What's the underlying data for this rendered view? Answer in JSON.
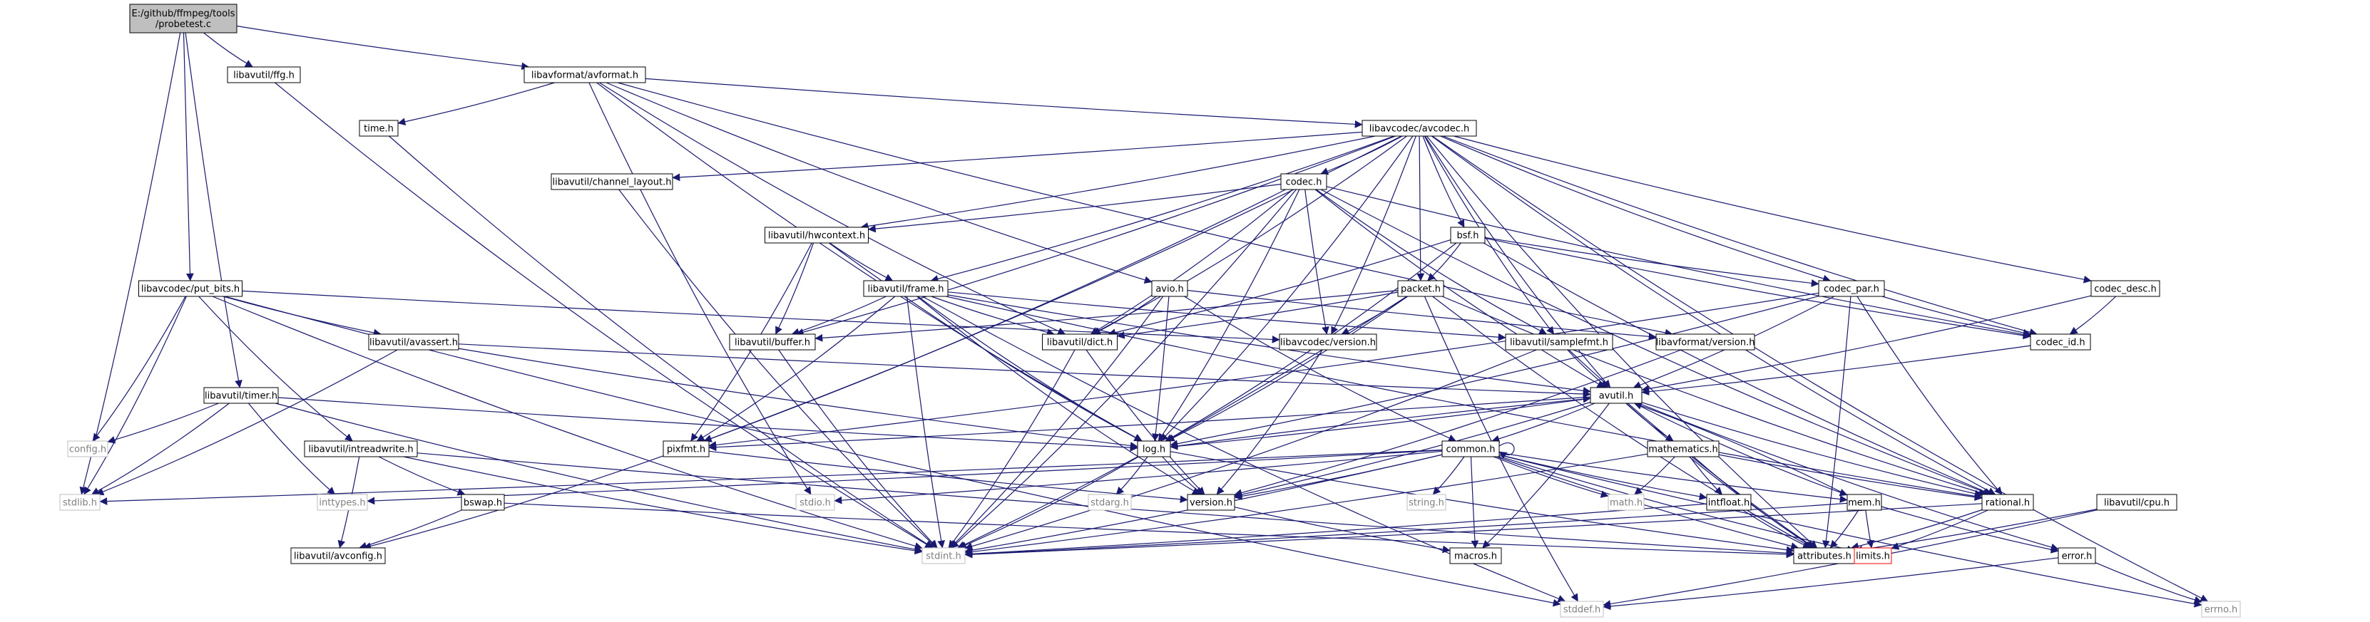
{
  "nodes": [
    {
      "id": "probetest",
      "label": "E:/github/ffmpeg/tools\n/probetest.c",
      "style": "root"
    },
    {
      "id": "ffg",
      "label": "libavutil/ffg.h",
      "style": "normal"
    },
    {
      "id": "avformat",
      "label": "libavformat/avformat.h",
      "style": "normal"
    },
    {
      "id": "time",
      "label": "time.h",
      "style": "normal"
    },
    {
      "id": "avcodec",
      "label": "libavcodec/avcodec.h",
      "style": "normal"
    },
    {
      "id": "channel_layout",
      "label": "libavutil/channel_layout.h",
      "style": "normal"
    },
    {
      "id": "codec",
      "label": "codec.h",
      "style": "normal"
    },
    {
      "id": "hwcontext",
      "label": "libavutil/hwcontext.h",
      "style": "normal"
    },
    {
      "id": "bsf",
      "label": "bsf.h",
      "style": "normal"
    },
    {
      "id": "put_bits",
      "label": "libavcodec/put_bits.h",
      "style": "normal"
    },
    {
      "id": "frame",
      "label": "libavutil/frame.h",
      "style": "normal"
    },
    {
      "id": "avio",
      "label": "avio.h",
      "style": "normal"
    },
    {
      "id": "packet",
      "label": "packet.h",
      "style": "normal"
    },
    {
      "id": "codec_par",
      "label": "codec_par.h",
      "style": "normal"
    },
    {
      "id": "codec_desc",
      "label": "codec_desc.h",
      "style": "normal"
    },
    {
      "id": "avassert",
      "label": "libavutil/avassert.h",
      "style": "normal"
    },
    {
      "id": "buffer",
      "label": "libavutil/buffer.h",
      "style": "normal"
    },
    {
      "id": "dict",
      "label": "libavutil/dict.h",
      "style": "normal"
    },
    {
      "id": "lc_version",
      "label": "libavcodec/version.h",
      "style": "normal"
    },
    {
      "id": "samplefmt",
      "label": "libavutil/samplefmt.h",
      "style": "normal"
    },
    {
      "id": "lf_version",
      "label": "libavformat/version.h",
      "style": "normal"
    },
    {
      "id": "codec_id",
      "label": "codec_id.h",
      "style": "normal"
    },
    {
      "id": "timer",
      "label": "libavutil/timer.h",
      "style": "normal"
    },
    {
      "id": "avutil",
      "label": "avutil.h",
      "style": "normal"
    },
    {
      "id": "config",
      "label": "config.h",
      "style": "gray"
    },
    {
      "id": "intreadwrite",
      "label": "libavutil/intreadwrite.h",
      "style": "normal"
    },
    {
      "id": "pixfmt",
      "label": "pixfmt.h",
      "style": "normal"
    },
    {
      "id": "log",
      "label": "log.h",
      "style": "normal"
    },
    {
      "id": "common",
      "label": "common.h",
      "style": "normal"
    },
    {
      "id": "mathematics",
      "label": "mathematics.h",
      "style": "normal"
    },
    {
      "id": "cpu",
      "label": "libavutil/cpu.h",
      "style": "normal"
    },
    {
      "id": "stdlib",
      "label": "stdlib.h",
      "style": "gray"
    },
    {
      "id": "inttypes",
      "label": "inttypes.h",
      "style": "gray"
    },
    {
      "id": "bswap",
      "label": "bswap.h",
      "style": "normal"
    },
    {
      "id": "stdio",
      "label": "stdio.h",
      "style": "gray"
    },
    {
      "id": "stdarg",
      "label": "stdarg.h",
      "style": "gray"
    },
    {
      "id": "version",
      "label": "version.h",
      "style": "normal"
    },
    {
      "id": "string",
      "label": "string.h",
      "style": "gray"
    },
    {
      "id": "math",
      "label": "math.h",
      "style": "gray"
    },
    {
      "id": "intfloat",
      "label": "intfloat.h",
      "style": "normal"
    },
    {
      "id": "mem",
      "label": "mem.h",
      "style": "normal"
    },
    {
      "id": "rational",
      "label": "rational.h",
      "style": "normal"
    },
    {
      "id": "avconfig",
      "label": "libavutil/avconfig.h",
      "style": "normal"
    },
    {
      "id": "stdint",
      "label": "stdint.h",
      "style": "gray"
    },
    {
      "id": "macros",
      "label": "macros.h",
      "style": "normal"
    },
    {
      "id": "attributes",
      "label": "attributes.h",
      "style": "normal"
    },
    {
      "id": "limits",
      "label": "limits.h",
      "style": "red"
    },
    {
      "id": "error",
      "label": "error.h",
      "style": "normal"
    },
    {
      "id": "stddef",
      "label": "stddef.h",
      "style": "gray"
    },
    {
      "id": "errno",
      "label": "errno.h",
      "style": "gray"
    }
  ],
  "edges": [
    [
      "probetest",
      "ffg"
    ],
    [
      "probetest",
      "avformat"
    ],
    [
      "probetest",
      "put_bits"
    ],
    [
      "probetest",
      "timer"
    ],
    [
      "probetest",
      "stdlib"
    ],
    [
      "ffg",
      "stdint"
    ],
    [
      "avformat",
      "time"
    ],
    [
      "avformat",
      "avcodec"
    ],
    [
      "avformat",
      "avio"
    ],
    [
      "avformat",
      "dict"
    ],
    [
      "avformat",
      "lf_version"
    ],
    [
      "avformat",
      "stdio"
    ],
    [
      "avformat",
      "log"
    ],
    [
      "time",
      "stdint"
    ],
    [
      "avcodec",
      "channel_layout"
    ],
    [
      "avcodec",
      "codec"
    ],
    [
      "avcodec",
      "hwcontext"
    ],
    [
      "avcodec",
      "bsf"
    ],
    [
      "avcodec",
      "frame"
    ],
    [
      "avcodec",
      "packet"
    ],
    [
      "avcodec",
      "codec_par"
    ],
    [
      "avcodec",
      "codec_desc"
    ],
    [
      "avcodec",
      "buffer"
    ],
    [
      "avcodec",
      "dict"
    ],
    [
      "avcodec",
      "lc_version"
    ],
    [
      "avcodec",
      "samplefmt"
    ],
    [
      "avcodec",
      "codec_id"
    ],
    [
      "avcodec",
      "avutil"
    ],
    [
      "avcodec",
      "pixfmt"
    ],
    [
      "avcodec",
      "log"
    ],
    [
      "avcodec",
      "rational"
    ],
    [
      "avcodec",
      "attributes"
    ],
    [
      "avcodec",
      "errno"
    ],
    [
      "channel_layout",
      "stdint"
    ],
    [
      "codec",
      "hwcontext"
    ],
    [
      "codec",
      "pixfmt"
    ],
    [
      "codec",
      "dict"
    ],
    [
      "codec",
      "lc_version"
    ],
    [
      "codec",
      "samplefmt"
    ],
    [
      "codec",
      "codec_id"
    ],
    [
      "codec",
      "avutil"
    ],
    [
      "codec",
      "log"
    ],
    [
      "codec",
      "rational"
    ],
    [
      "codec",
      "stdint"
    ],
    [
      "hwcontext",
      "buffer"
    ],
    [
      "hwcontext",
      "frame"
    ],
    [
      "hwcontext",
      "pixfmt"
    ],
    [
      "hwcontext",
      "log"
    ],
    [
      "bsf",
      "packet"
    ],
    [
      "bsf",
      "codec_par"
    ],
    [
      "bsf",
      "codec_id"
    ],
    [
      "bsf",
      "dict"
    ],
    [
      "bsf",
      "log"
    ],
    [
      "bsf",
      "rational"
    ],
    [
      "put_bits",
      "avassert"
    ],
    [
      "put_bits",
      "intreadwrite"
    ],
    [
      "put_bits",
      "config"
    ],
    [
      "put_bits",
      "stdint"
    ],
    [
      "put_bits",
      "stddef"
    ],
    [
      "put_bits",
      "lc_version"
    ],
    [
      "put_bits",
      "stdlib"
    ],
    [
      "frame",
      "buffer"
    ],
    [
      "frame",
      "dict"
    ],
    [
      "frame",
      "avutil"
    ],
    [
      "frame",
      "pixfmt"
    ],
    [
      "frame",
      "samplefmt"
    ],
    [
      "frame",
      "rational"
    ],
    [
      "frame",
      "log"
    ],
    [
      "frame",
      "version"
    ],
    [
      "frame",
      "stdint"
    ],
    [
      "frame",
      "stddef"
    ],
    [
      "avio",
      "dict"
    ],
    [
      "avio",
      "log"
    ],
    [
      "avio",
      "common"
    ],
    [
      "avio",
      "lf_version"
    ],
    [
      "avio",
      "stdint"
    ],
    [
      "packet",
      "buffer"
    ],
    [
      "packet",
      "dict"
    ],
    [
      "packet",
      "lc_version"
    ],
    [
      "packet",
      "attributes"
    ],
    [
      "packet",
      "rational"
    ],
    [
      "packet",
      "stdint"
    ],
    [
      "packet",
      "stddef"
    ],
    [
      "packet",
      "log"
    ],
    [
      "codec_par",
      "codec_id"
    ],
    [
      "codec_par",
      "avutil"
    ],
    [
      "codec_par",
      "rational"
    ],
    [
      "codec_par",
      "pixfmt"
    ],
    [
      "codec_par",
      "log"
    ],
    [
      "codec_par",
      "attributes"
    ],
    [
      "codec_desc",
      "codec_id"
    ],
    [
      "codec_desc",
      "avutil"
    ],
    [
      "avassert",
      "avutil"
    ],
    [
      "avassert",
      "log"
    ],
    [
      "avassert",
      "stdlib"
    ],
    [
      "buffer",
      "stdint"
    ],
    [
      "dict",
      "stdint"
    ],
    [
      "dict",
      "version"
    ],
    [
      "lc_version",
      "version"
    ],
    [
      "samplefmt",
      "avutil"
    ],
    [
      "samplefmt",
      "attributes"
    ],
    [
      "samplefmt",
      "stdint"
    ],
    [
      "lf_version",
      "version"
    ],
    [
      "codec_id",
      "avutil"
    ],
    [
      "timer",
      "config"
    ],
    [
      "timer",
      "log"
    ],
    [
      "timer",
      "stdlib"
    ],
    [
      "timer",
      "stdint"
    ],
    [
      "timer",
      "inttypes"
    ],
    [
      "avutil",
      "log"
    ],
    [
      "avutil",
      "common"
    ],
    [
      "avutil",
      "mathematics"
    ],
    [
      "avutil",
      "rational"
    ],
    [
      "avutil",
      "pixfmt"
    ],
    [
      "avutil",
      "error"
    ],
    [
      "avutil",
      "mem"
    ],
    [
      "avutil",
      "macros"
    ],
    [
      "avutil",
      "version"
    ],
    [
      "avutil",
      "attributes"
    ],
    [
      "intreadwrite",
      "bswap"
    ],
    [
      "intreadwrite",
      "avconfig"
    ],
    [
      "intreadwrite",
      "attributes"
    ],
    [
      "intreadwrite",
      "stdint"
    ],
    [
      "pixfmt",
      "avconfig"
    ],
    [
      "pixfmt",
      "version"
    ],
    [
      "log",
      "stdarg"
    ],
    [
      "log",
      "avutil"
    ],
    [
      "log",
      "attributes"
    ],
    [
      "log",
      "version"
    ],
    [
      "log",
      "stdint"
    ],
    [
      "common",
      "common"
    ],
    [
      "common",
      "errno"
    ],
    [
      "common",
      "inttypes"
    ],
    [
      "common",
      "limits"
    ],
    [
      "common",
      "math"
    ],
    [
      "common",
      "stdint"
    ],
    [
      "common",
      "stdio"
    ],
    [
      "common",
      "stdlib"
    ],
    [
      "common",
      "string"
    ],
    [
      "common",
      "attributes"
    ],
    [
      "common",
      "macros"
    ],
    [
      "common",
      "version"
    ],
    [
      "common",
      "intfloat"
    ],
    [
      "common",
      "mem"
    ],
    [
      "mathematics",
      "math"
    ],
    [
      "mathematics",
      "attributes"
    ],
    [
      "mathematics",
      "rational"
    ],
    [
      "mathematics",
      "intfloat"
    ],
    [
      "mathematics",
      "stdint"
    ],
    [
      "cpu",
      "attributes"
    ],
    [
      "cpu",
      "stddef"
    ],
    [
      "bswap",
      "avconfig"
    ],
    [
      "bswap",
      "attributes"
    ],
    [
      "version",
      "macros"
    ],
    [
      "intfloat",
      "stdint"
    ],
    [
      "intfloat",
      "attributes"
    ],
    [
      "mem",
      "limits"
    ],
    [
      "mem",
      "stdint"
    ],
    [
      "mem",
      "attributes"
    ],
    [
      "mem",
      "error"
    ],
    [
      "mem",
      "avutil"
    ],
    [
      "rational",
      "attributes"
    ],
    [
      "rational",
      "limits"
    ],
    [
      "rational",
      "stdint"
    ],
    [
      "error",
      "errno"
    ],
    [
      "error",
      "stddef"
    ]
  ]
}
